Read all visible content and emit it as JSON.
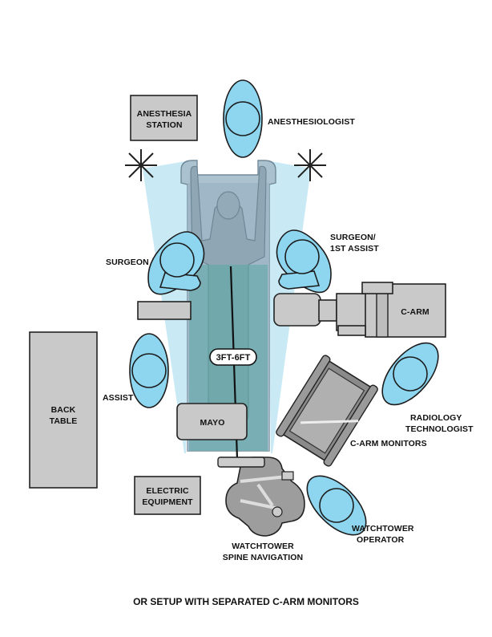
{
  "labels": {
    "anesthesia_station": [
      "ANESTHESIA",
      "STATION"
    ],
    "anesthesiologist": "ANESTHESIOLOGIST",
    "surgeon": "SURGEON",
    "surgeon_1st_assist": [
      "SURGEON/",
      "1ST ASSIST"
    ],
    "c_arm": "C-ARM",
    "distance": "3FT-6FT",
    "assist": "ASSIST",
    "back_table": [
      "BACK",
      "TABLE"
    ],
    "mayo": "MAYO",
    "radiology_technologist": [
      "RADIOLOGY",
      "TECHNOLOGIST"
    ],
    "c_arm_monitors": "C-ARM MONITORS",
    "electric_equipment": [
      "ELECTRIC",
      "EQUIPMENT"
    ],
    "watchtower_operator": [
      "WATCHTOWER",
      "OPERATOR"
    ],
    "watchtower_spine_navigation": [
      "WATCHTOWER",
      "SPINE NAVIGATION"
    ]
  },
  "caption": "OR SETUP WITH SEPARATED C-ARM MONITORS",
  "colors": {
    "personnel": "#8ed6ef",
    "light_beam": "#bfe6f3",
    "sterile_field": "#5aa9a4",
    "equipment": "#c9c9c9",
    "table": "#9fb6c6"
  }
}
